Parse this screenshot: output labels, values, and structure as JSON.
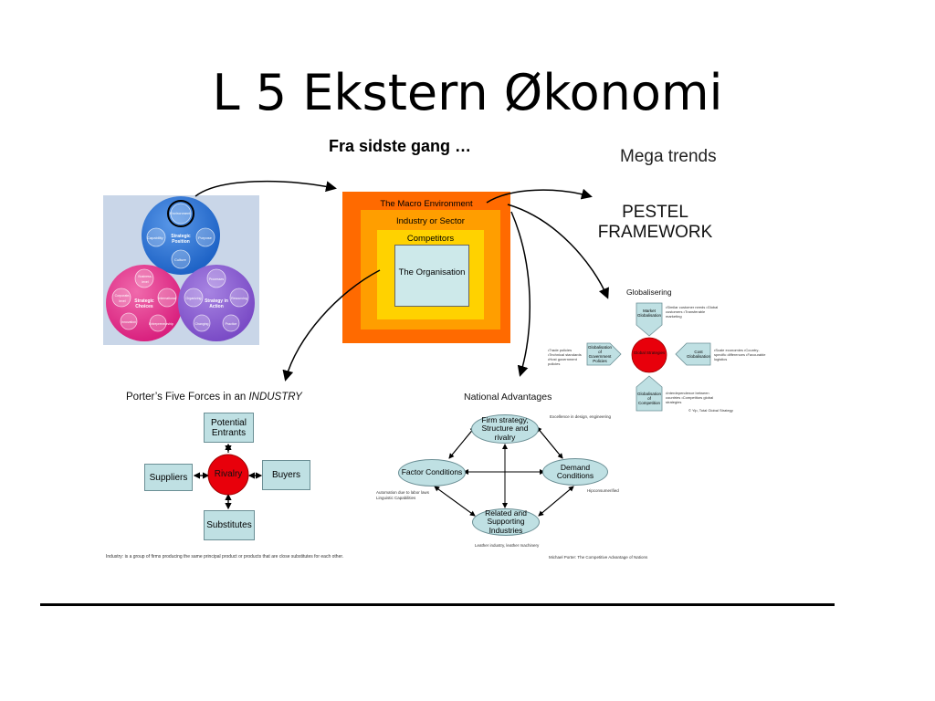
{
  "title": "L 5 Ekstern Økonomi",
  "subtitle": "Fra sidste gang …",
  "mega_trends": "Mega trends",
  "pestel": "PESTEL FRAMEWORK",
  "strategy": {
    "centers": [
      "Strategic Position",
      "Strategic Choices",
      "Strategy in Action"
    ],
    "position_items": [
      "Environment",
      "Capability",
      "Purpose",
      "Culture"
    ],
    "choices_items": [
      "Business-level",
      "Corporate-level",
      "International",
      "Innovation",
      "Entrepreneurship"
    ],
    "action_items": [
      "Processes",
      "Organizing",
      "Resourcing",
      "Changing",
      "Practice"
    ]
  },
  "macro": {
    "environment": "The Macro Environment",
    "industry": "Industry or Sector",
    "competitors": "Competitors",
    "organisation": "The Organisation"
  },
  "porter": {
    "heading_prefix": "Porter’s Five Forces in an",
    "heading_emph": "INDUSTRY",
    "potential_entrants": "Potential Entrants",
    "suppliers": "Suppliers",
    "rivalry": "Rivalry",
    "buyers": "Buyers",
    "substitutes": "Substitutes",
    "footnote": "Industry: is a group of firms producing the same principal product or products that are close substitutes for each other."
  },
  "national": {
    "heading": "National Advantages",
    "firm_strategy": "Firm strategy, Structure and rivalry",
    "factor": "Factor Conditions",
    "demand": "Demand Conditions",
    "related": "Related and Supporting Industries",
    "note_top": "Excellence in design, engineering",
    "note_left": "Automation due to labor laws Linguistic Capabilities",
    "note_right": "Hipconsumerified",
    "note_bottom": "Leather industry, leather machinery",
    "source": "Michael Porter: The Competitive Advantage of Nations"
  },
  "global": {
    "heading": "Globalisering",
    "center": "Global Strategies",
    "market": "Market Globalisation",
    "market_notes": "•Similar customer needs •Global customers •Transferable marketing",
    "government": "Globalisation of Government Policies",
    "government_notes": "•Trade policies •Technical standards •Host government policies",
    "cost": "Cost Globalisation",
    "cost_notes": "•Scale economies •Country-specific differences •Favourable logistics",
    "competition": "Globalisation of Competition",
    "competition_notes": "•Interdependence between countries •Competitors global strategies",
    "credit": "© Yip, Total Global Strategy"
  },
  "colors": {
    "macro": "#ff6a00",
    "industry": "#ff9e00",
    "competitors": "#ffd200",
    "organisation": "#cde9ea",
    "rivalry": "#e8000b",
    "box_fill": "#bfe0e3",
    "position_circle": "#1e63c6",
    "choices_circle": "#d9207e",
    "action_circle": "#7a4bc6"
  }
}
